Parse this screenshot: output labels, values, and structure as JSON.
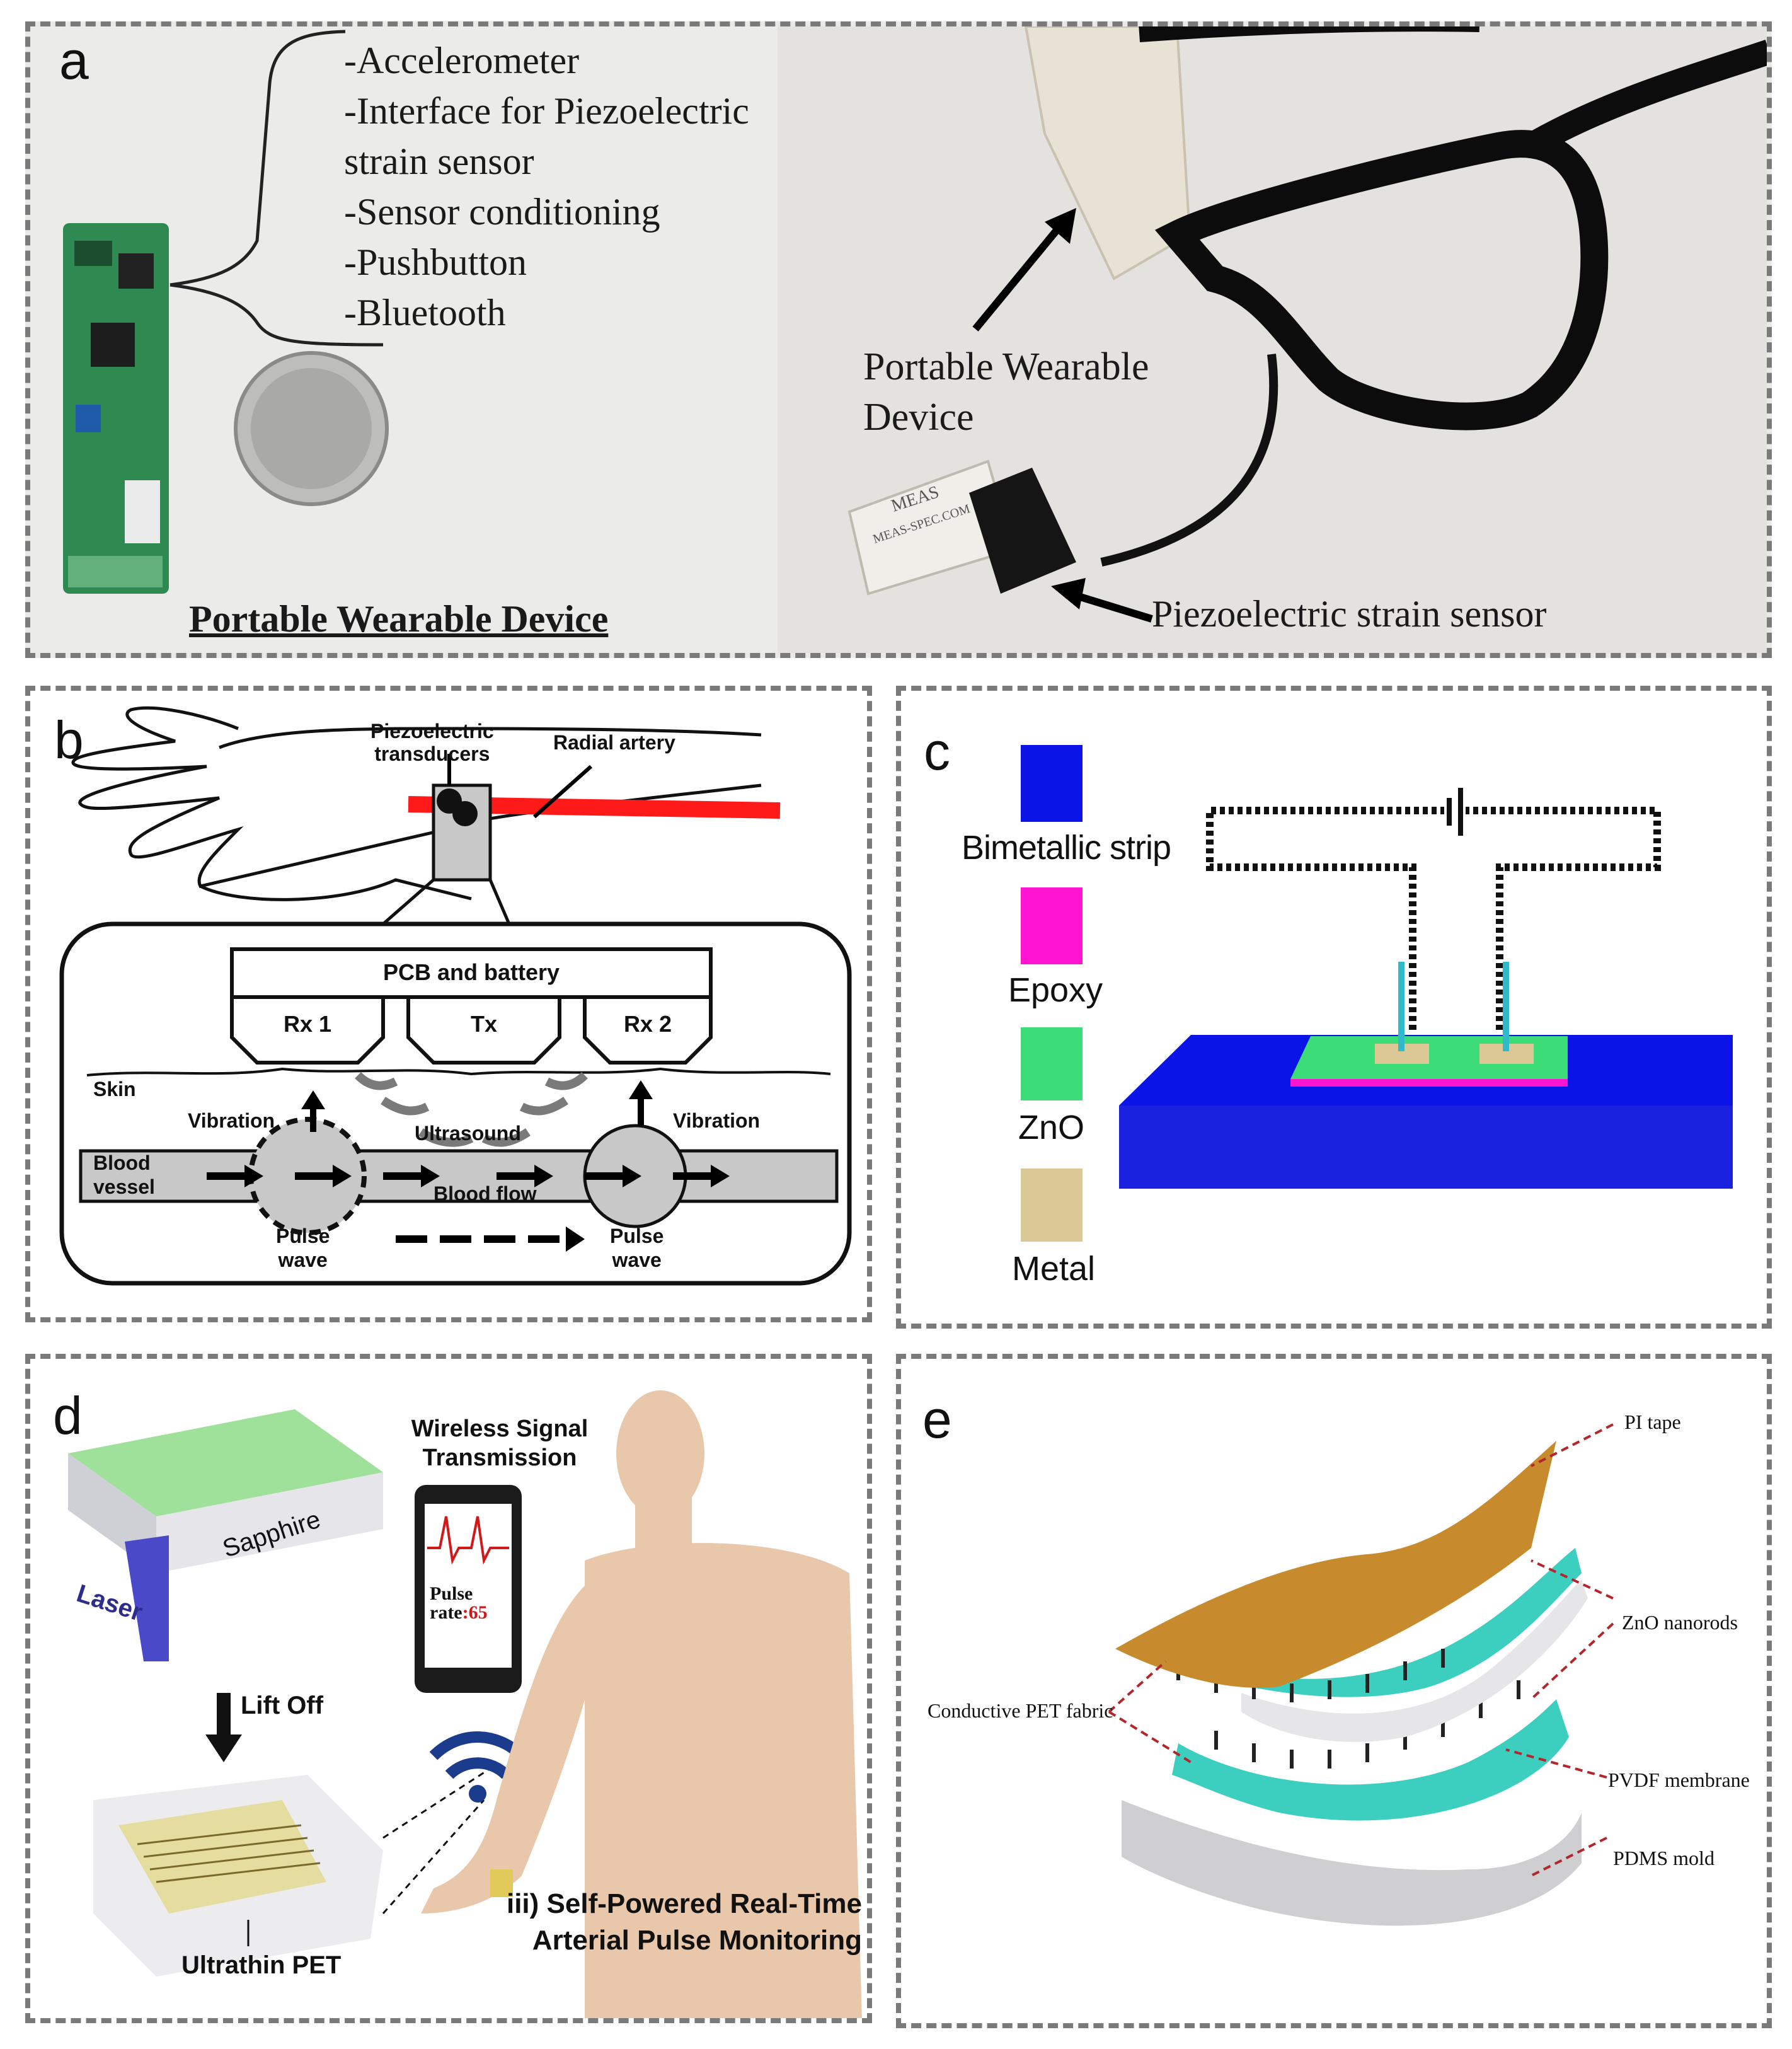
{
  "panel_a": {
    "label": "a",
    "feature_list": [
      "-Accelerometer",
      "-Interface for Piezoelectric",
      "strain sensor",
      "-Sensor conditioning",
      "-Pushbutton",
      "-Bluetooth"
    ],
    "device_caption": "Portable Wearable Device",
    "arrow_label_line1": "Portable Wearable",
    "arrow_label_line2": "Device",
    "sensor_label": "Piezoelectric strain sensor",
    "sensor_print_1": "MEAS",
    "sensor_print_2": "MEAS-SPEC.COM"
  },
  "panel_b": {
    "label": "b",
    "transducers_line1": "Piezoelectric",
    "transducers_line2": "transducers",
    "radial_artery": "Radial artery",
    "pcb": "PCB and battery",
    "rx1": "Rx 1",
    "tx": "Tx",
    "rx2": "Rx 2",
    "skin": "Skin",
    "vibration_left": "Vibration",
    "ultrasound": "Ultrasound",
    "vibration_right": "Vibration",
    "blood_vessel_line1": "Blood",
    "blood_vessel_line2": "vessel",
    "blood_flow": "Blood flow",
    "pulse_left_line1": "Pulse",
    "pulse_left_line2": "wave",
    "pulse_right_line1": "Pulse",
    "pulse_right_line2": "wave"
  },
  "panel_c": {
    "label": "c",
    "legend": [
      {
        "name": "Bimetallic strip",
        "color": "#0a14e6"
      },
      {
        "name": "Epoxy",
        "color": "#ff14d2"
      },
      {
        "name": "ZnO",
        "color": "#3cdc78"
      },
      {
        "name": "Metal",
        "color": "#dcc894"
      }
    ]
  },
  "panel_d": {
    "label": "d",
    "wireless_line1": "Wireless Signal",
    "wireless_line2": "Transmission",
    "sapphire": "Sapphire",
    "laser": "Laser",
    "lift_off": "Lift Off",
    "pulse_line1": "Pulse",
    "pulse_line2": "rate",
    "pulse_value": ":65",
    "ultrathin": "Ultrathin PET",
    "monitor_line1": "iii) Self-Powered Real-Time",
    "monitor_line2": "Arterial Pulse Monitoring"
  },
  "panel_e": {
    "label": "e",
    "pi_tape": "PI tape",
    "zno_nanorods": "ZnO nanorods",
    "conductive_pet": "Conductive PET fabric",
    "pvdf": "PVDF membrane",
    "pdms": "PDMS mold"
  }
}
